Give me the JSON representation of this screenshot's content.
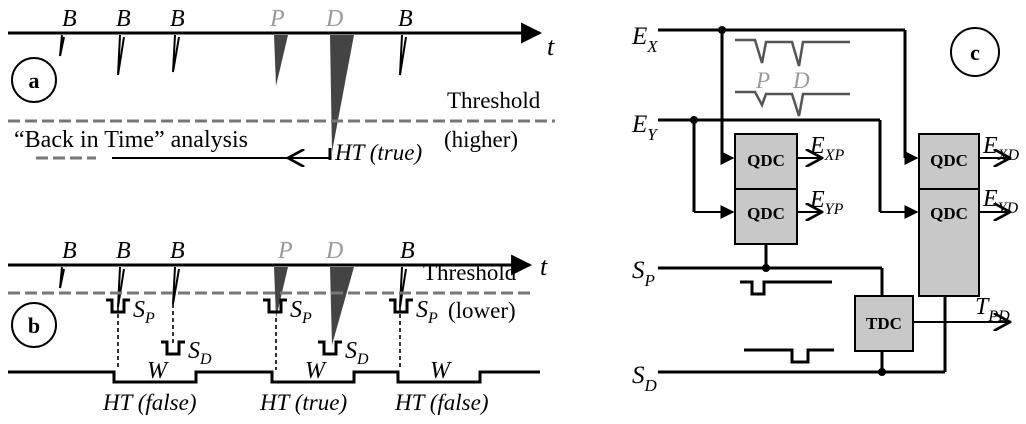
{
  "panel_a": {
    "label": "a",
    "pulse_labels": [
      "B",
      "B",
      "B",
      "P",
      "D",
      "B"
    ],
    "time_axis": "t",
    "threshold": "Threshold",
    "threshold_note": "(higher)",
    "analysis": "“Back in Time” analysis",
    "ht": "HT (true)"
  },
  "panel_b": {
    "label": "b",
    "pulse_labels": [
      "B",
      "B",
      "B",
      "P",
      "D",
      "B"
    ],
    "time_axis": "t",
    "threshold": "Threshold",
    "threshold_note": "(lower)",
    "sp_main": "S",
    "sp_sub": "P",
    "sd_main": "S",
    "sd_sub": "D",
    "window": "W",
    "ht_labels": [
      "HT (false)",
      "HT (true)",
      "HT (false)"
    ]
  },
  "panel_c": {
    "label": "c",
    "inputs": {
      "ex_main": "E",
      "ex_sub": "X",
      "ey_main": "E",
      "ey_sub": "Y",
      "sp_main": "S",
      "sp_sub": "P",
      "sd_main": "S",
      "sd_sub": "D"
    },
    "qdc": "QDC",
    "tdc": "TDC",
    "outputs": {
      "exp_main": "E",
      "exp_sub": "XP",
      "eyp_main": "E",
      "eyp_sub": "YP",
      "exd_main": "E",
      "exd_sub": "XD",
      "eyd_main": "E",
      "eyd_sub": "YD",
      "tpd_main": "T",
      "tpd_sub": "PD"
    },
    "gate_labels": [
      "P",
      "D"
    ]
  }
}
